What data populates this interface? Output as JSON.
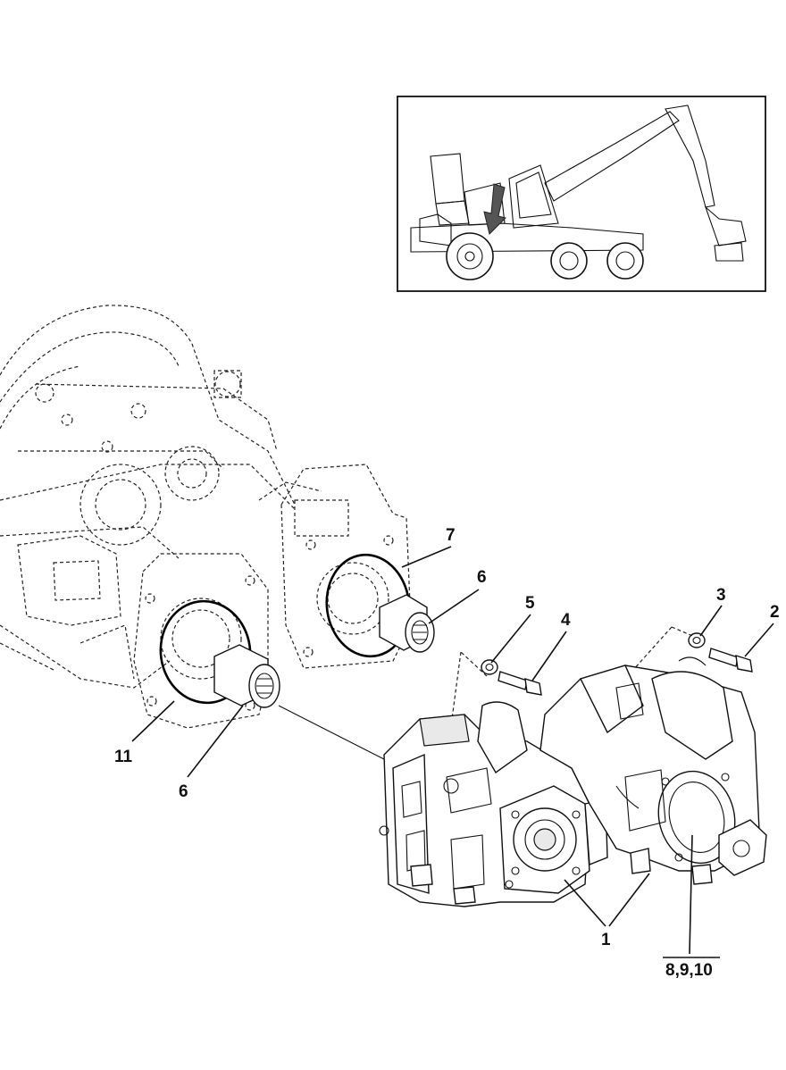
{
  "callouts": {
    "c1": "1",
    "c2": "2",
    "c3": "3",
    "c4": "4",
    "c5": "5",
    "c6a": "6",
    "c6b": "6",
    "c7": "7",
    "c11": "11",
    "c8910": "8,9,10"
  },
  "inset": {
    "arrow_color": "#555555"
  }
}
